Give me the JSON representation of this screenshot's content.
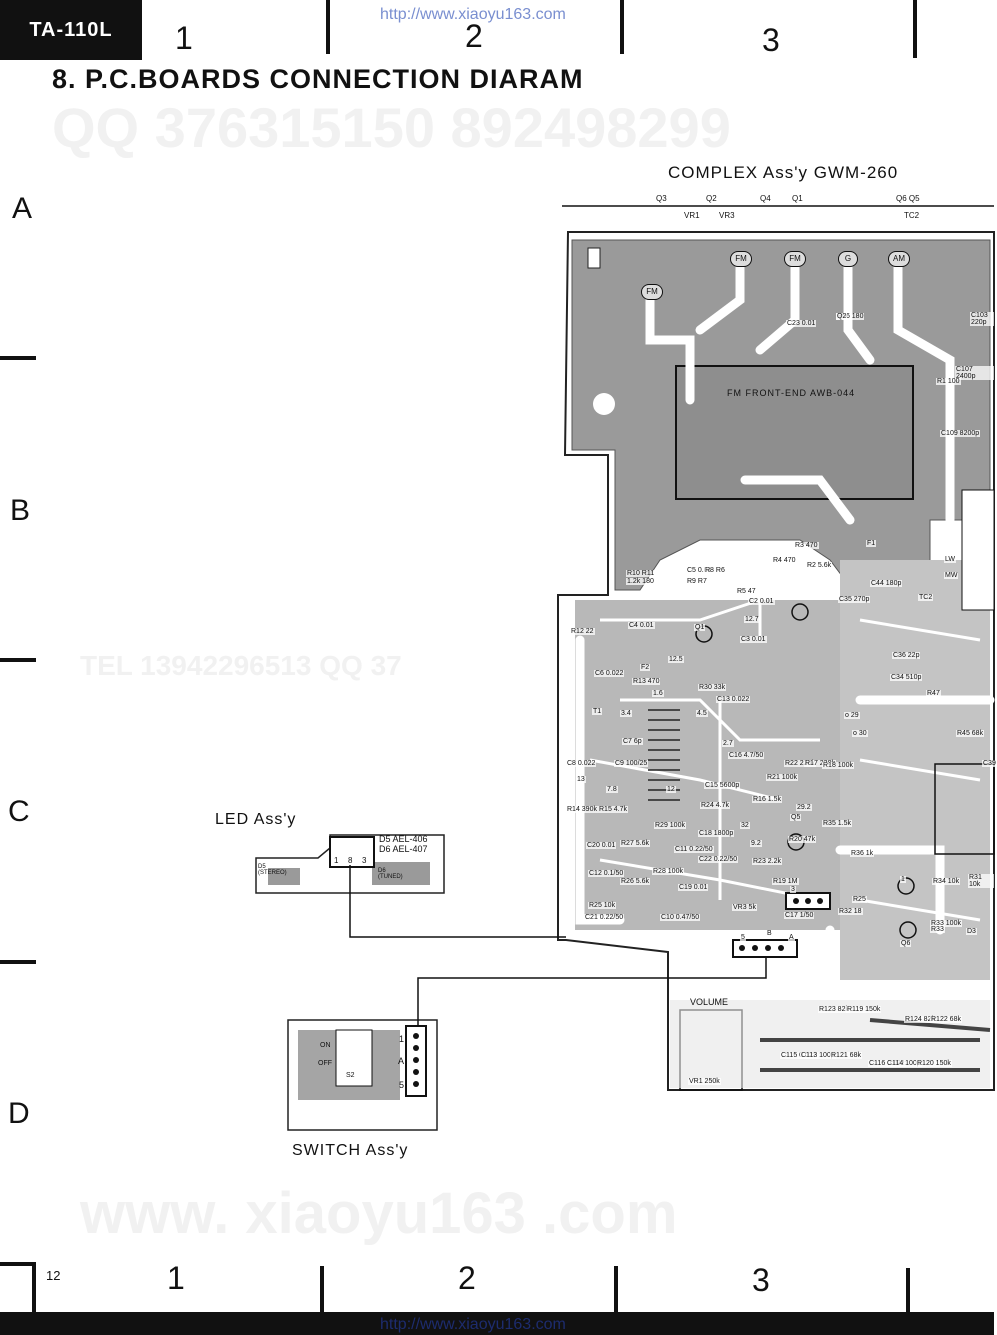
{
  "header": {
    "model": "TA-110L",
    "watermark_url": "http://www.xiaoyu163.com",
    "title": "8. P.C.BOARDS  CONNECTION  DIARAM",
    "page_number": "12"
  },
  "grid": {
    "columns": [
      "1",
      "2",
      "3"
    ],
    "rows": [
      "A",
      "B",
      "C",
      "D"
    ]
  },
  "watermarks": {
    "qq": "QQ 376315150    892498299",
    "tel": "TEL  13942296513          QQ  37",
    "www": "www. xiaoyu163 .com"
  },
  "assemblies": {
    "complex": "COMPLEX  Ass'y  GWM-260",
    "led": "LED  Ass'y",
    "switch": "SWITCH  Ass'y",
    "front_end": "FM  FRONT-END   AWB-044",
    "volume": "VOLUME"
  },
  "top_labels": [
    "Q3",
    "Q2",
    "Q4",
    "Q1",
    "Q6 Q5",
    "VR1",
    "VR3",
    "TC2"
  ],
  "pcb_badges": [
    "FM",
    "FM",
    "FM",
    "G",
    "AM"
  ],
  "led_board": {
    "d5": "D5 AEL-406",
    "d6": "D6 AEL-407",
    "stereo": "D5\n(STEREO)",
    "tuned": "D6\n(TUNED)",
    "pins": [
      "1",
      "8",
      "3"
    ]
  },
  "switch_board": {
    "on": "ON",
    "off": "OFF",
    "s2": "S2",
    "pins": [
      "1",
      "A",
      "5"
    ]
  },
  "components": [
    "R56 180",
    "C23 0.01",
    "C103 220p",
    "C107 2400p",
    "R1 100",
    "C109 8200p",
    "R3 470",
    "R4 470",
    "R2 5.6k",
    "R10 R11",
    "1.2k 180",
    "C5 0.01",
    "R8 R6",
    "R9 R7",
    "R5 47",
    "C2 0.01",
    "C4 0.01",
    "12.7",
    "C3 0.01",
    "R12 22",
    "12.5",
    "C6 0.022",
    "R13 470",
    "R30 33k",
    "C13 0.022",
    "T1",
    "3.4",
    "C7 6p",
    "1.6",
    "4.5",
    "2.7",
    "C8 0.022",
    "C9 100/25",
    "C16 4.7/50",
    "7.8",
    "13",
    "12",
    "R22 220k",
    "R17 220k",
    "R18 100k",
    "R21 100k",
    "C15 5600p",
    "R16 1.5k",
    "R14 390k",
    "R15 4.7k",
    "R24 4.7k",
    "29.2",
    "R35 1.5k",
    "C18 1800p",
    "R29 100k",
    "32",
    "9.2",
    "R20 47k",
    "R27 5.6k",
    "C20 0.01",
    "C11 0.22/50",
    "C22 0.22/50",
    "R36 1k",
    "R23 2.2k",
    "R28 100k",
    "C12 0.1/50",
    "R26 5.6k",
    "C19 0.01",
    "R19 1M",
    "R25 10k",
    "C10 0.47/50",
    "C21 0.22/50",
    "VR3 5k",
    "C17 1/50",
    "R32 18",
    "R34 10k",
    "R33 100k",
    "D3",
    "R31 10k",
    "Q6",
    "C44 180p",
    "C35 270p",
    "C36 22p",
    "C34 510p",
    "R47",
    "o 29",
    "o 30",
    "TC2",
    "LW",
    "MW",
    "F1",
    "F2",
    "R45 68k",
    "C39",
    "R25",
    "R33",
    "R123 82k",
    "R119 150k",
    "R124 82k",
    "R122 68k",
    "C115 0.022",
    "C113 100p",
    "R121 68k",
    "C116 0.022",
    "C114 100p",
    "R120 150k",
    "VR1 250k",
    "3",
    "B",
    "5",
    "A",
    "1",
    "Q5",
    "Q1",
    "Q2"
  ]
}
